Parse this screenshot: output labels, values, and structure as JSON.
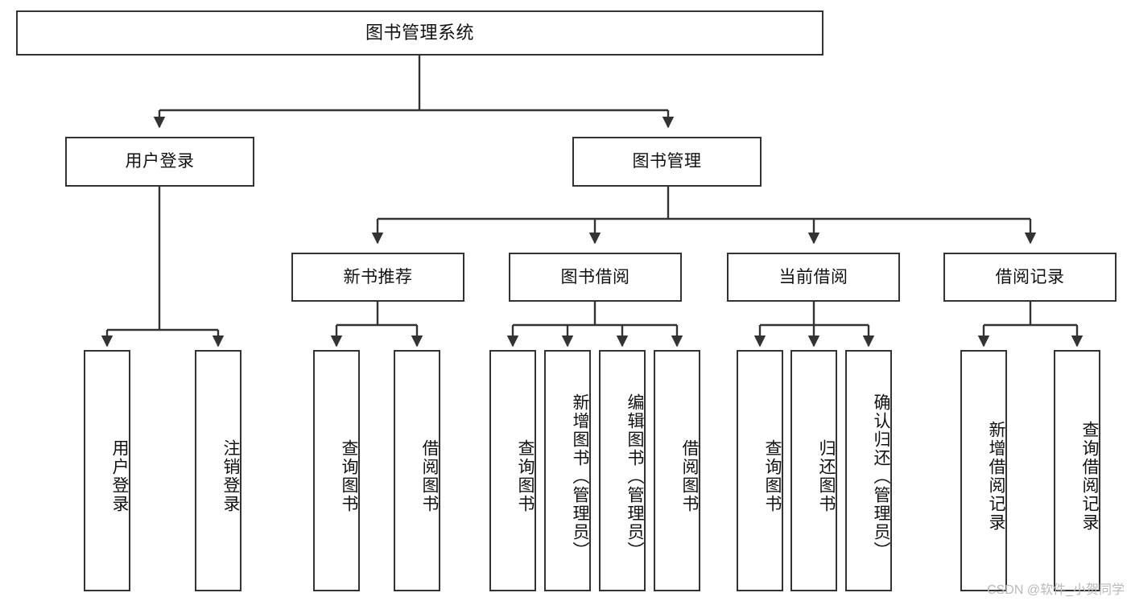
{
  "diagram": {
    "title": "图书管理系统",
    "type": "hierarchy-tree",
    "watermark": "CSDN @软件_小贺同学",
    "colors": {
      "box_border": "#333333",
      "box_fill": "#ffffff",
      "connector": "#333333",
      "text": "#111111",
      "watermark": "#b9b9b9"
    },
    "levels": {
      "level1": [
        {
          "id": "root",
          "label": "图书管理系统"
        }
      ],
      "level2": [
        {
          "id": "login",
          "label": "用户登录"
        },
        {
          "id": "bookmgmt",
          "label": "图书管理"
        }
      ],
      "level3": [
        {
          "id": "newbook",
          "label": "新书推荐",
          "parent": "bookmgmt"
        },
        {
          "id": "borrow",
          "label": "图书借阅",
          "parent": "bookmgmt"
        },
        {
          "id": "current",
          "label": "当前借阅",
          "parent": "bookmgmt"
        },
        {
          "id": "records",
          "label": "借阅记录",
          "parent": "bookmgmt"
        }
      ],
      "leaves": [
        {
          "id": "leaf-login-1",
          "label": "用户登录",
          "parent": "login"
        },
        {
          "id": "leaf-login-2",
          "label": "注销登录",
          "parent": "login"
        },
        {
          "id": "leaf-newbook-1",
          "label": "查询图书",
          "parent": "newbook"
        },
        {
          "id": "leaf-newbook-2",
          "label": "借阅图书",
          "parent": "newbook"
        },
        {
          "id": "leaf-borrow-1",
          "label": "查询图书",
          "parent": "borrow"
        },
        {
          "id": "leaf-borrow-2",
          "label": "新增图书（管理员）",
          "parent": "borrow"
        },
        {
          "id": "leaf-borrow-3",
          "label": "编辑图书（管理员）",
          "parent": "borrow"
        },
        {
          "id": "leaf-borrow-4",
          "label": "借阅图书",
          "parent": "borrow"
        },
        {
          "id": "leaf-current-1",
          "label": "查询图书",
          "parent": "current"
        },
        {
          "id": "leaf-current-2",
          "label": "归还图书",
          "parent": "current"
        },
        {
          "id": "leaf-current-3",
          "label": "确认归还（管理员）",
          "parent": "current"
        },
        {
          "id": "leaf-records-1",
          "label": "新增借阅记录",
          "parent": "records"
        },
        {
          "id": "leaf-records-2",
          "label": "查询借阅记录",
          "parent": "records"
        }
      ]
    }
  }
}
